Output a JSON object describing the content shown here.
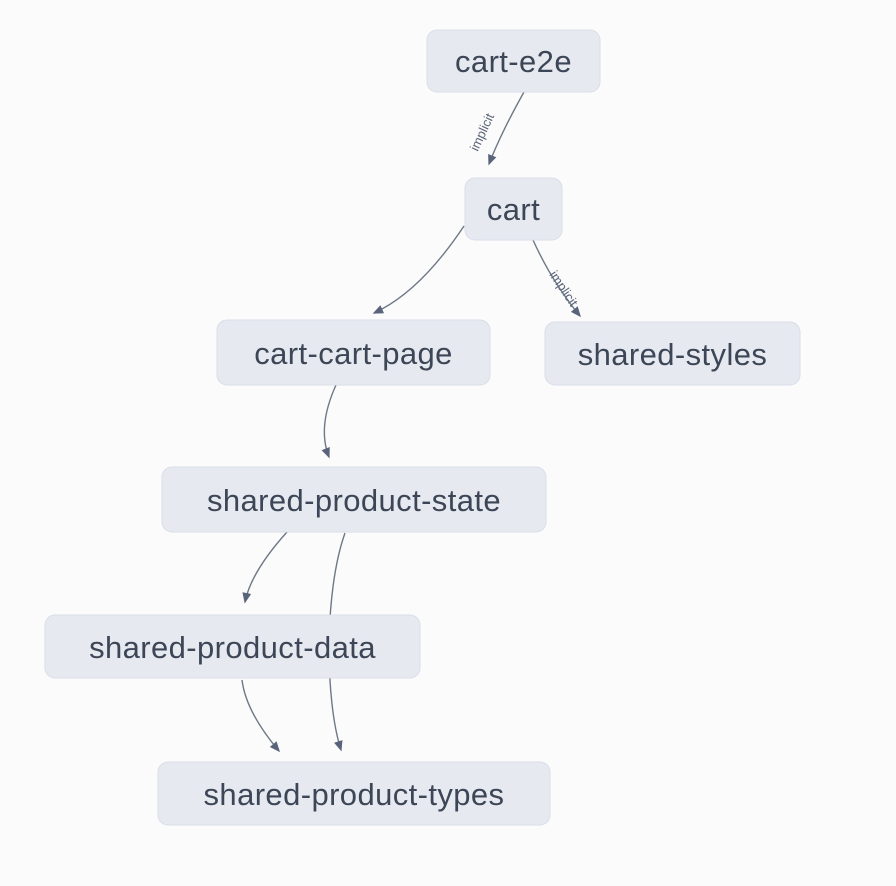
{
  "diagram": {
    "type": "dependency-graph",
    "background_color": "#fbfbfc",
    "node_fill_color": "#e6e9ef",
    "node_border_color": "#d9dee8",
    "node_text_color": "#3d4656",
    "edge_color": "#6e7887",
    "edge_label_color": "#5b6578",
    "nodes": [
      {
        "id": "cart-e2e",
        "label": "cart-e2e"
      },
      {
        "id": "cart",
        "label": "cart"
      },
      {
        "id": "cart-cart-page",
        "label": "cart-cart-page"
      },
      {
        "id": "shared-styles",
        "label": "shared-styles"
      },
      {
        "id": "shared-product-state",
        "label": "shared-product-state"
      },
      {
        "id": "shared-product-data",
        "label": "shared-product-data"
      },
      {
        "id": "shared-product-types",
        "label": "shared-product-types"
      }
    ],
    "edges": [
      {
        "from": "cart-e2e",
        "to": "cart",
        "label": "implicit"
      },
      {
        "from": "cart",
        "to": "cart-cart-page",
        "label": ""
      },
      {
        "from": "cart",
        "to": "shared-styles",
        "label": "implicit"
      },
      {
        "from": "cart-cart-page",
        "to": "shared-product-state",
        "label": ""
      },
      {
        "from": "shared-product-state",
        "to": "shared-product-data",
        "label": ""
      },
      {
        "from": "shared-product-state",
        "to": "shared-product-types",
        "label": ""
      },
      {
        "from": "shared-product-data",
        "to": "shared-product-types",
        "label": ""
      }
    ]
  }
}
